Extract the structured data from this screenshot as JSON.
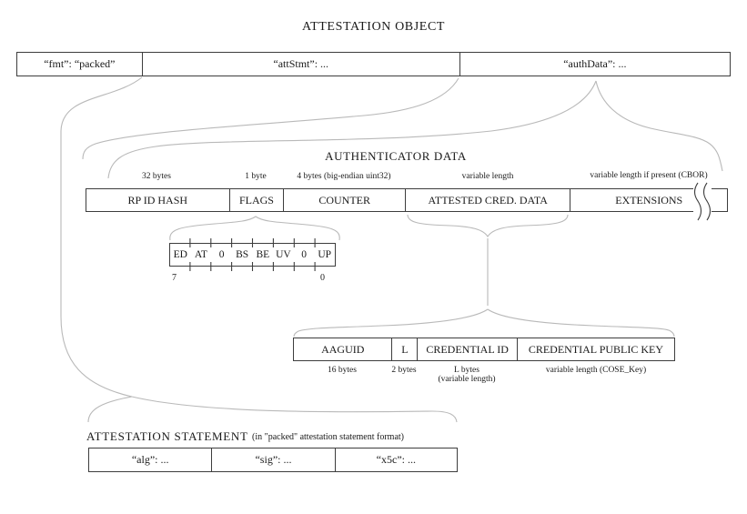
{
  "title": "ATTESTATION OBJECT",
  "attestation_object": {
    "cells": [
      {
        "label": "“fmt”: “packed”"
      },
      {
        "label": "“attStmt”: ..."
      },
      {
        "label": "“authData”: ..."
      }
    ]
  },
  "authenticator_data": {
    "heading": "AUTHENTICATOR DATA",
    "cells": [
      {
        "label": "RP ID HASH",
        "size": "32 bytes"
      },
      {
        "label": "FLAGS",
        "size": "1 byte"
      },
      {
        "label": "COUNTER",
        "size": "4 bytes (big-endian uint32)"
      },
      {
        "label": "ATTESTED CRED. DATA",
        "size": "variable length"
      },
      {
        "label": "EXTENSIONS",
        "size": "variable length if present (CBOR)"
      }
    ]
  },
  "flags_bits": {
    "bits": [
      "ED",
      "AT",
      "0",
      "BS",
      "BE",
      "UV",
      "0",
      "UP"
    ],
    "msb_label": "7",
    "lsb_label": "0"
  },
  "attested_cred_data": {
    "cells": [
      {
        "label": "AAGUID",
        "size": "16 bytes"
      },
      {
        "label": "L",
        "size": "2 bytes"
      },
      {
        "label": "CREDENTIAL ID",
        "size": "L bytes",
        "size2": "(variable length)"
      },
      {
        "label": "CREDENTIAL PUBLIC KEY",
        "size": "variable length (COSE_Key)"
      }
    ]
  },
  "attestation_statement": {
    "heading": "ATTESTATION STATEMENT",
    "subheading": "(in \"packed\" attestation statement format)",
    "cells": [
      {
        "label": "“alg”: ..."
      },
      {
        "label": "“sig”: ..."
      },
      {
        "label": "“x5c”: ..."
      }
    ]
  },
  "colors": {
    "background": "#ffffff",
    "box_border": "#3d3d3d",
    "connector_line": "#b9b9b9",
    "text": "#1a1a1a"
  }
}
